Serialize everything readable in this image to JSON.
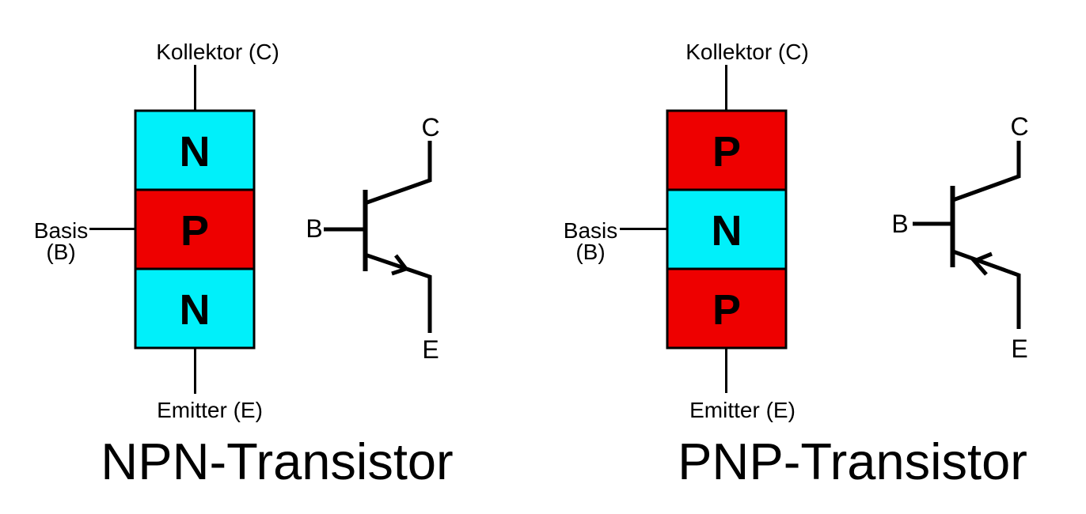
{
  "colors": {
    "n_type": "#00F0FA",
    "p_type": "#EE0000",
    "ink": "#000000",
    "background": "#FFFFFF"
  },
  "figures": [
    {
      "title": "NPN-Transistor",
      "collector_label": "Kollektor (C)",
      "base_label": "Basis",
      "base_abbrev": "(B)",
      "emitter_label": "Emitter (E)",
      "regions": [
        {
          "label": "N",
          "color": "#00F0FA"
        },
        {
          "label": "P",
          "color": "#EE0000"
        },
        {
          "label": "N",
          "color": "#00F0FA"
        }
      ],
      "symbol": {
        "base": "B",
        "collector": "C",
        "emitter": "E",
        "arrow_direction": "out"
      }
    },
    {
      "title": "PNP-Transistor",
      "collector_label": "Kollektor (C)",
      "base_label": "Basis",
      "base_abbrev": "(B)",
      "emitter_label": "Emitter (E)",
      "regions": [
        {
          "label": "P",
          "color": "#EE0000"
        },
        {
          "label": "N",
          "color": "#00F0FA"
        },
        {
          "label": "P",
          "color": "#EE0000"
        }
      ],
      "symbol": {
        "base": "B",
        "collector": "C",
        "emitter": "E",
        "arrow_direction": "in"
      }
    }
  ]
}
